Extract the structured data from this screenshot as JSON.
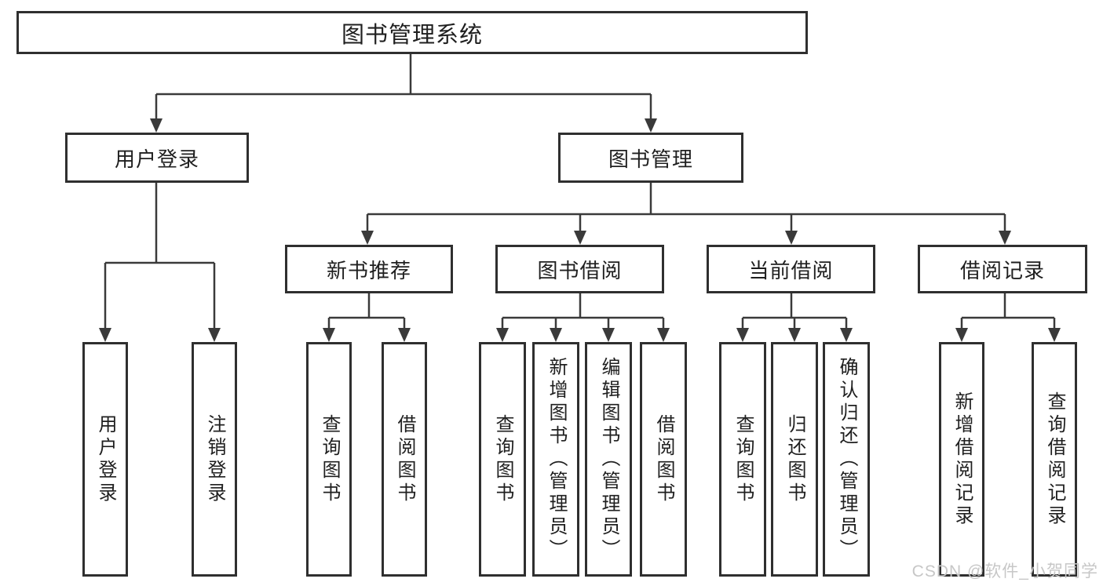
{
  "nodes": {
    "root": "图书管理系统",
    "user_login": "用户登录",
    "book_manage": "图书管理",
    "new_book": "新书推荐",
    "book_borrow": "图书借阅",
    "current_borrow": "当前借阅",
    "borrow_record": "借阅记录",
    "login_children": [
      "用户登录",
      "注销登录"
    ],
    "new_book_children": [
      "查询图书",
      "借阅图书"
    ],
    "book_borrow_children": [
      "查询图书",
      "新增图书（管理员）",
      "编辑图书（管理员）",
      "借阅图书"
    ],
    "current_borrow_children": [
      "查询图书",
      "归还图书",
      "确认归还（管理员）"
    ],
    "borrow_record_children": [
      "新增借阅记录",
      "查询借阅记录"
    ]
  },
  "watermark": {
    "text": "CSDN @软件_小贺同学",
    "color": "#c7c7c7"
  },
  "colors": {
    "background": "#ffffff",
    "line": "#3a3a3a",
    "box_border": "#2f2f2f",
    "text": "#1f1f1f"
  }
}
